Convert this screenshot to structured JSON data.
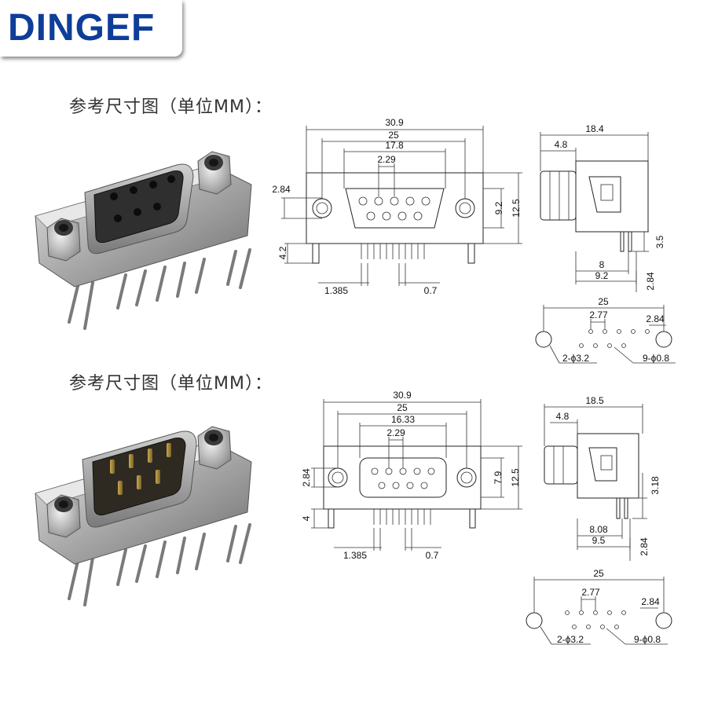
{
  "brand": {
    "name": "DINGEF",
    "color": "#0e3d9a"
  },
  "headings": [
    "参考尺寸图（单位MM）：",
    "参考尺寸图（单位MM）："
  ],
  "female": {
    "front": {
      "w_total": "30.9",
      "w_mount": "25",
      "w_shell": "17.8",
      "pitch": "2.29",
      "mount_h": "2.84",
      "h_shell": "9.2",
      "h_total": "12.5",
      "pin_len": "4.2",
      "pin_off": "1.385",
      "pin_w": "0.7"
    },
    "side": {
      "w_total": "18.4",
      "front": "4.8",
      "leg": "3.5",
      "d1": "8",
      "d2": "9.2",
      "row": "2.84"
    },
    "pcb": {
      "w": "25",
      "pitch": "2.77",
      "row": "2.84",
      "mount_holes": "2-ϕ3.2",
      "pin_holes": "9-ϕ0.8"
    }
  },
  "male": {
    "front": {
      "w_total": "30.9",
      "w_mount": "25",
      "w_shell": "16.33",
      "pitch": "2.29",
      "mount_h": "2.84",
      "h_shell": "7.9",
      "h_total": "12.5",
      "pin_len": "4",
      "pin_off": "1.385",
      "pin_w": "0.7"
    },
    "side": {
      "w_total": "18.5",
      "front": "4.8",
      "leg": "3.18",
      "d1": "8.08",
      "d2": "9.5",
      "row": "2.84"
    },
    "pcb": {
      "w": "25",
      "pitch": "2.77",
      "row": "2.84",
      "mount_holes": "2-ϕ3.2",
      "pin_holes": "9-ϕ0.8"
    }
  }
}
